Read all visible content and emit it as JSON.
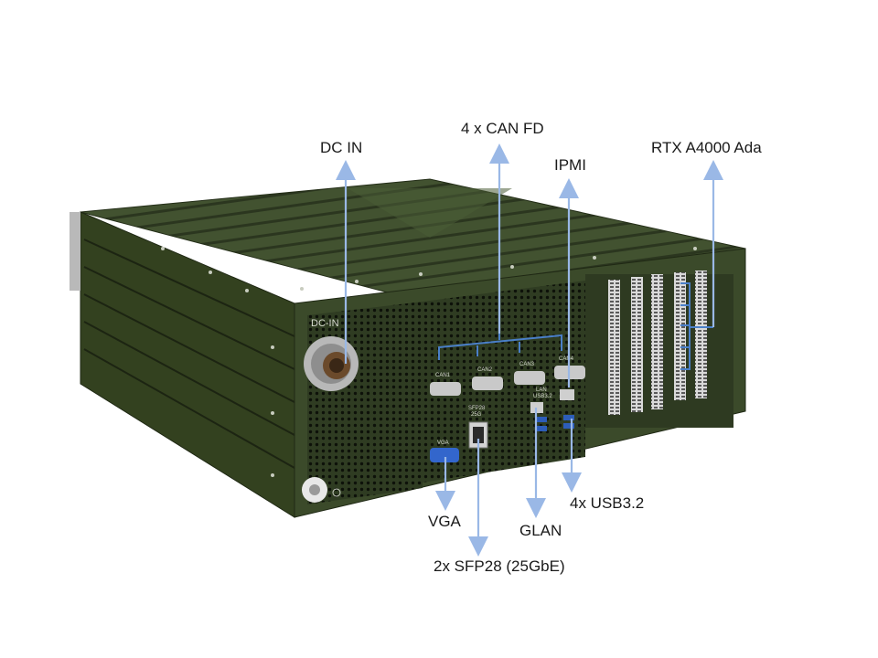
{
  "callouts": {
    "dc_in": "DC IN",
    "can_fd": "4 x CAN FD",
    "ipmi": "IPMI",
    "rtx": "RTX A4000 Ada",
    "vga": "VGA",
    "sfp28": "2x SFP28 (25GbE)",
    "glan": "GLAN",
    "usb": "4x USB3.2"
  },
  "panel_labels": {
    "dc_in": "DC-IN",
    "can1": "CAN1",
    "can2": "CAN2",
    "can3": "CAN3",
    "can4": "CAN4",
    "sfp28": "SFP28",
    "sfp28_sub": "25G",
    "vga": "VGA",
    "lan": "LAN",
    "usb": "USB3.2"
  },
  "colors": {
    "chassis": "#3b4a2a",
    "chassis_dark": "#27321b",
    "arrow": "#9ab8e6",
    "bracket": "#4a7fc8"
  }
}
